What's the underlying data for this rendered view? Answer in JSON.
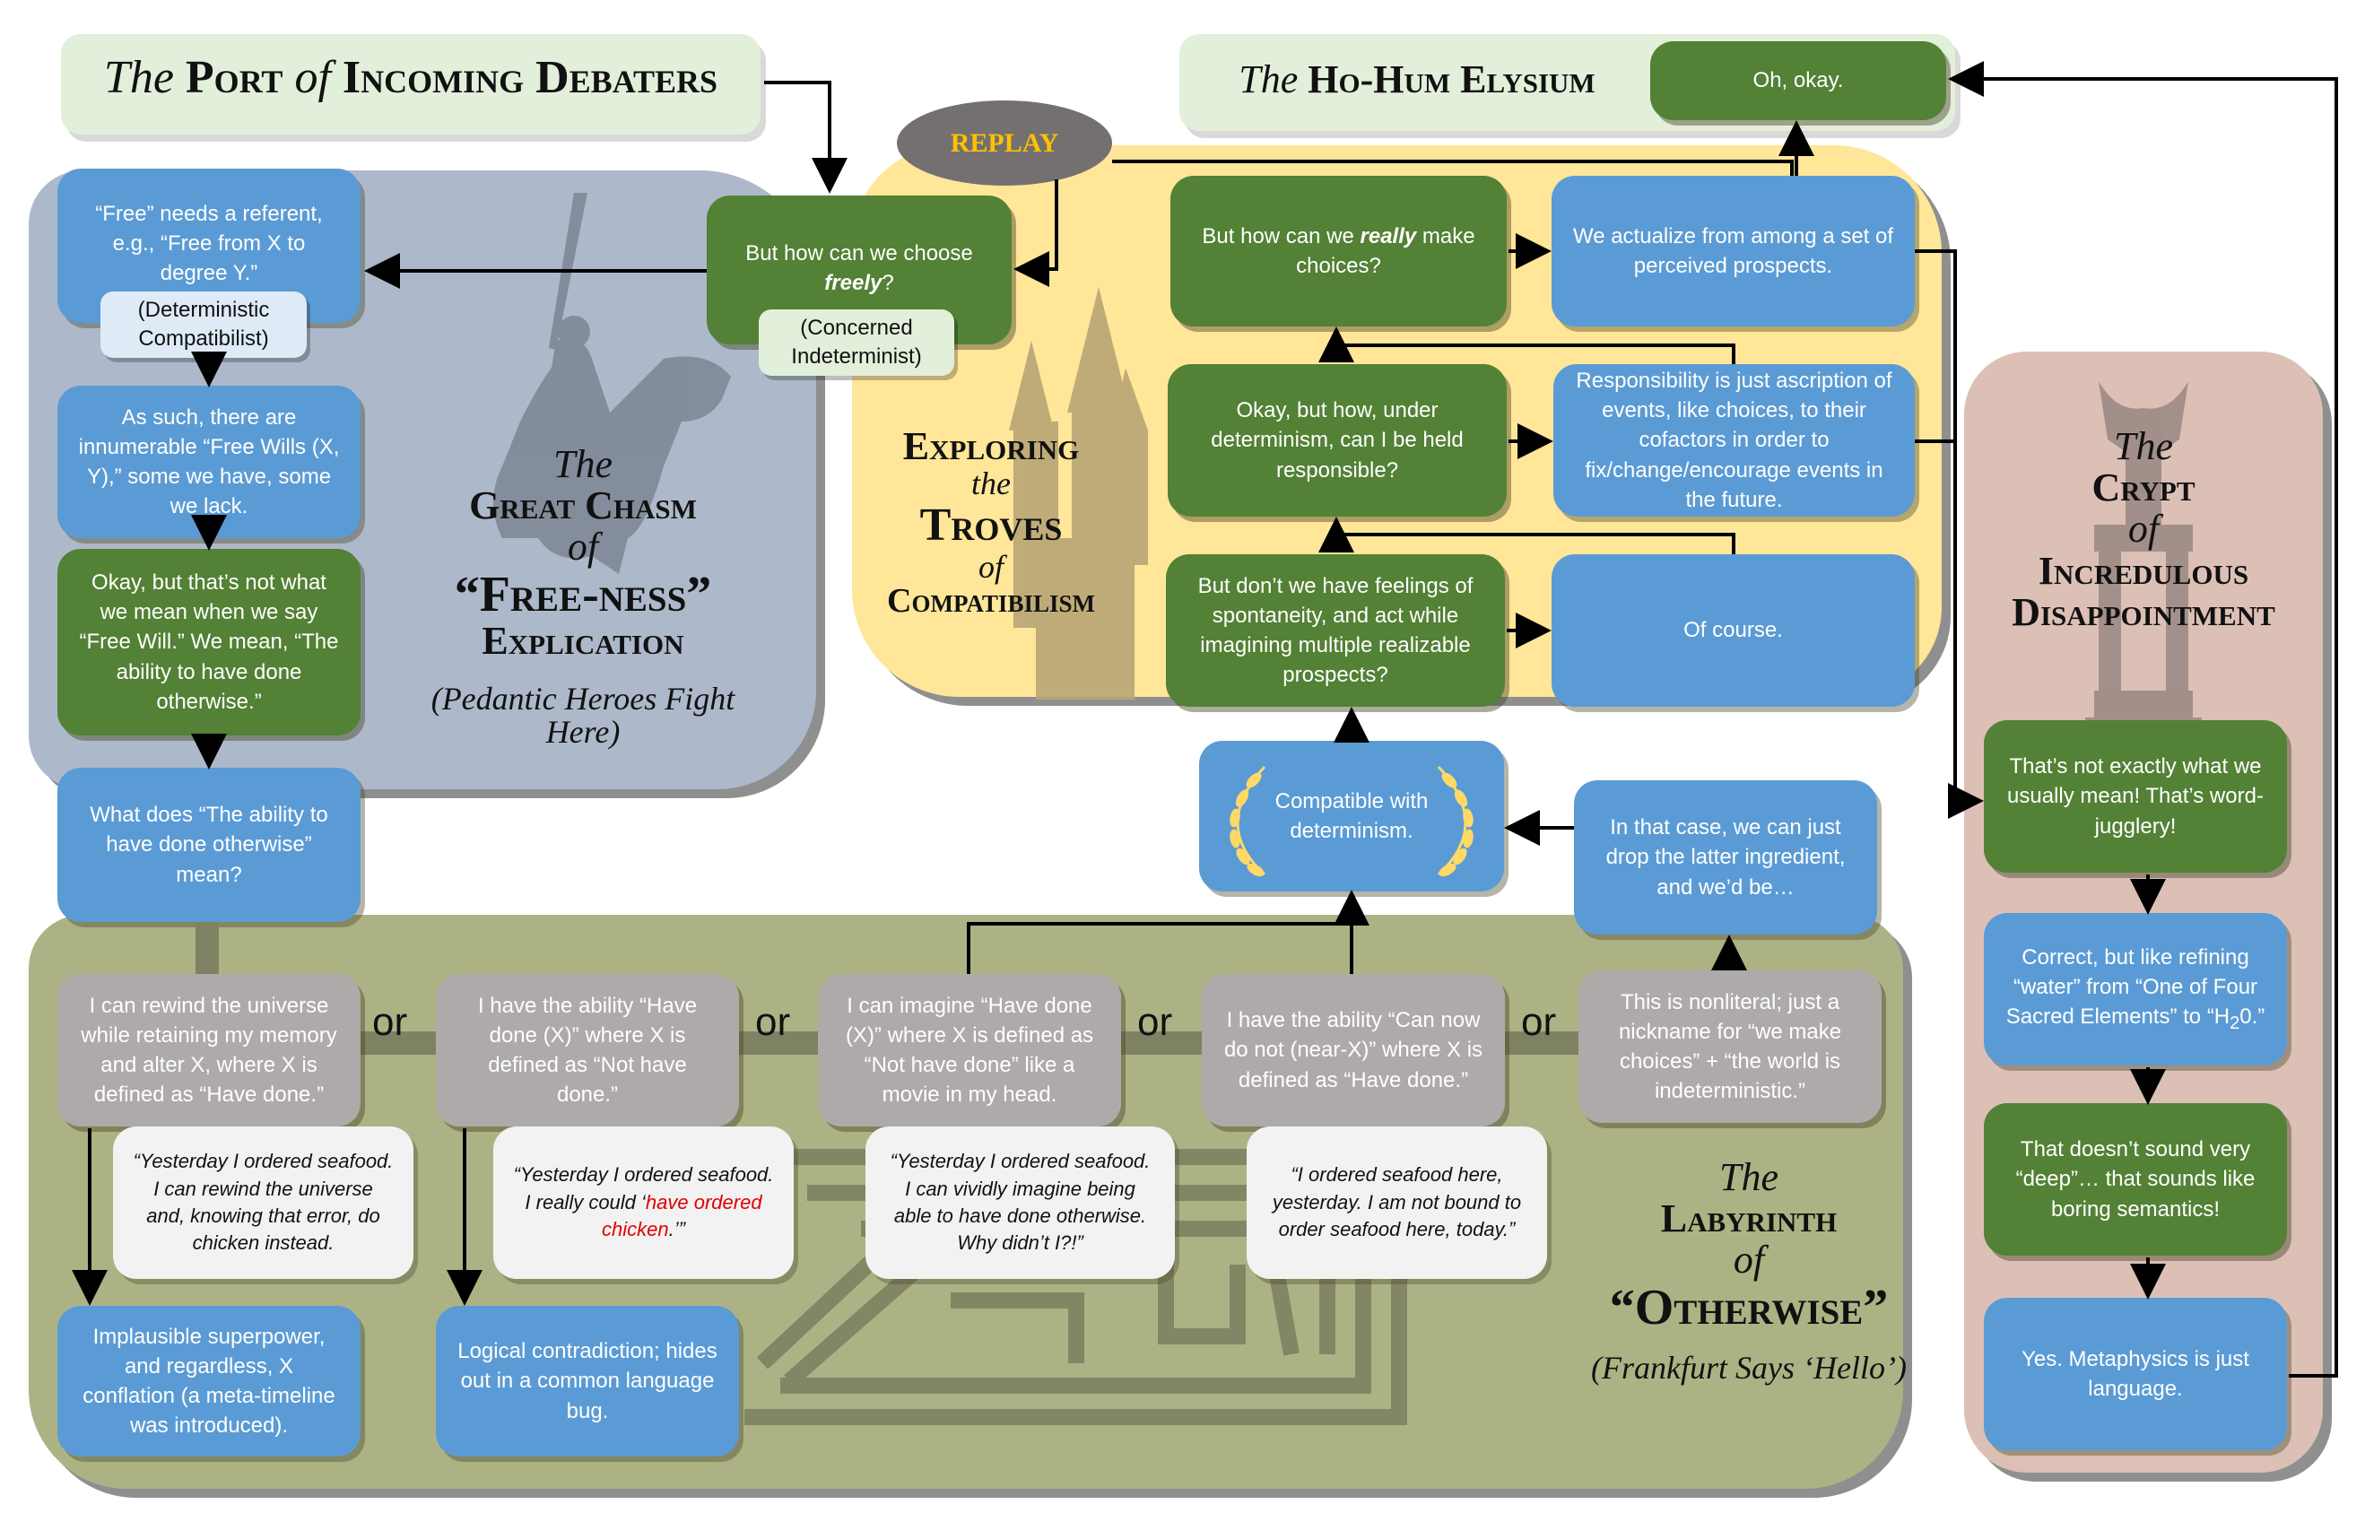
{
  "regions": {
    "port": {
      "title_the": "The",
      "title_main": "Port",
      "title_of": "of",
      "title_rest": "Incoming Debaters"
    },
    "ho_hum": {
      "title_the": "The",
      "title_main": "Ho-Hum Elysium",
      "answer": "Oh, okay."
    },
    "chasm": {
      "title_the": "The",
      "title_line1": "Great Chasm",
      "title_of": "of",
      "title_line2": "“Free-ness”",
      "title_line3": "Explication",
      "subtitle": "(Pedantic Heroes Fight Here)"
    },
    "troves": {
      "title_line1": "Exploring",
      "title_the": "the",
      "title_line2": "Troves",
      "title_of": "of",
      "title_line3": "Compatibilism"
    },
    "crypt": {
      "title_the": "The",
      "title_line1": "Crypt",
      "title_of": "of",
      "title_line2": "Incredulous",
      "title_line3": "Disappointment"
    },
    "labyrinth": {
      "title_the": "The",
      "title_line1": "Labyrinth",
      "title_of": "of",
      "title_line2": "“Otherwise”",
      "subtitle": "(Frankfurt Says ‘Hello’)"
    }
  },
  "replay": {
    "label": "REPLAY"
  },
  "nodes": {
    "choose_freely": {
      "text_pre": "But how can we choose ",
      "text_em": "freely",
      "text_post": "?",
      "tag": "(Concerned Indeterminist)"
    },
    "free_referent": {
      "text": "“Free” needs a referent, e.g., “Free from X to degree Y.”",
      "tag": "(Deterministic Compatibilist)"
    },
    "innumerable": {
      "text": "As such, there are innumerable “Free Wills (X, Y),” some we have, some we lack."
    },
    "not_what_we_mean": {
      "text": "Okay, but that’s not what we mean when we say “Free Will.” We mean, “The ability to have done otherwise.”"
    },
    "what_does_mean": {
      "text": "What does “The ability to have done otherwise” mean?"
    },
    "really_make_choices": {
      "text_pre": "But how can we ",
      "text_em": "really",
      "text_post": " make choices?"
    },
    "actualize": {
      "text": "We actualize from among a set of perceived prospects."
    },
    "held_responsible": {
      "text": "Okay, but how, under determinism, can I be held responsible?"
    },
    "responsibility": {
      "text": "Responsibility is just ascription of events, like choices,  to their cofactors in order to fix/change/encourage events in the future."
    },
    "spontaneity": {
      "text": "But don’t we have feelings of spontaneity, and act while imagining multiple realizable prospects?"
    },
    "of_course": {
      "text": "Of course."
    },
    "compatible": {
      "text": "Compatible with determinism."
    },
    "drop_latter": {
      "text": "In that case, we can just drop the latter ingredient, and we’d be…"
    },
    "not_exactly": {
      "text": "That’s not exactly what we usually mean! That’s word-jugglery!"
    },
    "refining_water": {
      "text_pre": "Correct, but like refining “water” from “One of Four Sacred Elements” to “H",
      "text_sub": "2",
      "text_post": "0.”"
    },
    "not_deep": {
      "text": "That doesn’t sound very “deep”… that sounds like boring semantics!"
    },
    "metaphysics": {
      "text": "Yes. Metaphysics is just language."
    },
    "implausible": {
      "text": "Implausible superpower, and regardless, X conflation (a meta-timeline was introduced)."
    },
    "contradiction": {
      "text": "Logical contradiction; hides out in a common language bug."
    }
  },
  "options": [
    {
      "text": "I can rewind the universe while retaining my memory and alter X, where X is defined as “Have done.”",
      "quote": "“Yesterday I ordered seafood. I can rewind the universe and, knowing that error, do chicken instead."
    },
    {
      "text": "I have the ability “Have done (X)” where X is defined as “Not have done.”",
      "quote_pre": "“Yesterday I ordered seafood. I really could ‘",
      "quote_red": "have ordered chicken",
      "quote_post": ".’”"
    },
    {
      "text": "I can imagine “Have done (X)” where X is defined as “Not have done” like a movie in my head.",
      "quote": "“Yesterday I ordered seafood. I can vividly imagine being able to have done otherwise. Why didn’t I?!”"
    },
    {
      "text": "I have the ability “Can now do not (near-X)” where X is defined as “Have done.”",
      "quote": "“I ordered seafood here, yesterday. I am not bound to order seafood here, today.”"
    },
    {
      "text": "This is nonliteral; just a nickname for “we make choices” + “the world is indeterministic.”"
    }
  ],
  "or_label": "or",
  "colors": {
    "green": "#538135",
    "blue": "#5b9bd5",
    "gray": "#aeaaaa",
    "chasm_bg": "#adb9ca",
    "troves_bg": "#ffe699",
    "crypt_bg": "#dcc0b6",
    "labyrinth_bg": "#adb285",
    "banner_bg": "#e2efda",
    "replay_bg": "#747070",
    "replay_text": "#ffc000"
  }
}
